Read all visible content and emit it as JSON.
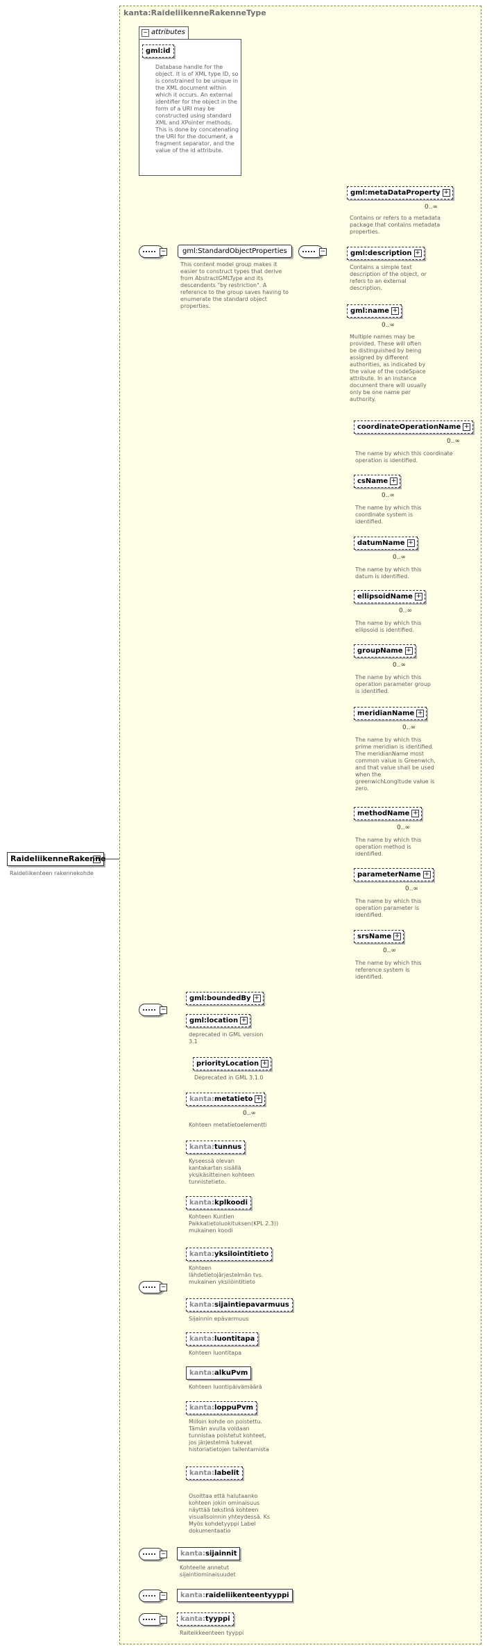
{
  "complex_type_title": "kanta:RaideliikenneRakenneType",
  "attributes_label": "attributes",
  "gmlid": {
    "name": "gml:id",
    "desc": "Database handle for the object.  It is of XML type ID, so is constrained to be unique in the XML document within which it occurs.  An external identifier for the object in the form of a URI may be constructed using standard XML and XPointer methods.  This is done by concatenating the URI for the document, a fragment separator, and the value of the id attribute."
  },
  "root": {
    "name": "RaideliikenneRakenne",
    "desc": "Raideliikenteen rakennekohde"
  },
  "std_group": {
    "name": "gml:StandardObjectProperties",
    "desc": "This content model group makes it easier to construct types that derive from AbstractGMLType and its descendents \"by restriction\".  A reference to the group saves having to enumerate the standard object properties."
  },
  "gml_elements": [
    {
      "name": "gml:metaDataProperty",
      "card": "0..∞",
      "desc": "Contains or refers to a metadata package that contains metadata properties."
    },
    {
      "name": "gml:description",
      "card": "",
      "desc": "Contains a simple text description of the object, or refers to an external description."
    },
    {
      "name": "gml:name",
      "card": "0..∞",
      "desc": "Multiple names may be provided.  These will often be distinguished by being assigned by different authorities, as indicated by the value of the codeSpace attribute.  In an instance document there will usually only be one name per authority."
    }
  ],
  "name_subs": [
    {
      "name": "coordinateOperationName",
      "card": "0..∞",
      "desc": "The name by which this coordinate operation is identified."
    },
    {
      "name": "csName",
      "card": "0..∞",
      "desc": "The name by which this coordinate system is identified."
    },
    {
      "name": "datumName",
      "card": "0..∞",
      "desc": "The name by which this datum is identified."
    },
    {
      "name": "ellipsoidName",
      "card": "0..∞",
      "desc": "The name by which this ellipsoid is identified."
    },
    {
      "name": "groupName",
      "card": "0..∞",
      "desc": "The name by which this operation parameter group is identified."
    },
    {
      "name": "meridianName",
      "card": "0..∞",
      "desc": "The name by which this prime meridian is identified. The meridianName most common value is Greenwich, and that value shall be used when the greenwichLongitude value is zero."
    },
    {
      "name": "methodName",
      "card": "0..∞",
      "desc": "The name by which this operation method is identified."
    },
    {
      "name": "parameterName",
      "card": "0..∞",
      "desc": "The name by which this operation parameter is identified."
    },
    {
      "name": "srsName",
      "card": "0..∞",
      "desc": "The name by which this reference system is identified."
    }
  ],
  "bounded": {
    "name": "gml:boundedBy"
  },
  "location": {
    "name": "gml:location",
    "desc": "deprecated in GML version 3.1"
  },
  "priority": {
    "name": "priorityLocation",
    "desc": "Deprecated in GML 3.1.0"
  },
  "kanta_prefix": "kanta:",
  "kanta_elements": [
    {
      "name": "metatieto",
      "card": "0..∞",
      "desc": "Kohteen metatietoelementti"
    },
    {
      "name": "tunnus",
      "card": "",
      "desc": "Kyseessä olevan kantakartan sisällä yksikäsitteinen kohteen tunnistetieto."
    },
    {
      "name": "kplkoodi",
      "card": "",
      "desc": "Kohteen Kuntien Paikkatietoluokituksen(KPL 2.3)) mukainen koodi"
    },
    {
      "name": "yksilointitieto",
      "card": "",
      "desc": "Kohteen lähdetietojärjestelmän  tvs. mukainen yksilöintitieto"
    },
    {
      "name": "sijaintiepavarmuus",
      "card": "",
      "desc": "Sijainnin epävarmuus"
    },
    {
      "name": "luontitapa",
      "card": "",
      "desc": "Kohteen luontitapa"
    },
    {
      "name": "alkuPvm",
      "card": "",
      "desc": "Kohteen luontipäivämäärä"
    },
    {
      "name": "loppuPvm",
      "card": "",
      "desc": "Milloin kohde on poistettu. Tämän avulla voidaan tunnistaa poistetut kohteet, jos järjestelmä tukevat historiatietojen tallentamista"
    },
    {
      "name": "labelit",
      "card": "",
      "desc": "Osoittaa että halutaanko kohteen jokin ominaisuus näyttää tekstinä kohteen visualisoinnin yhteydessä. Ks Myös kohdetyyppi Label dokumentaatio"
    }
  ],
  "sijainnit": {
    "name": "sijainnit",
    "desc": "Kohteelle annetut sijaintiominaisuudet"
  },
  "raidetyyppi": {
    "name": "raideliikenteentyyppi"
  },
  "tyyppi": {
    "name": "tyyppi",
    "desc": "Raiteikkeenteen tyyppi"
  },
  "colors": {
    "background": "#ffffe8",
    "border": "#8a8a3a",
    "text": "#333333",
    "description": "#606060",
    "prefix": "#888888"
  }
}
